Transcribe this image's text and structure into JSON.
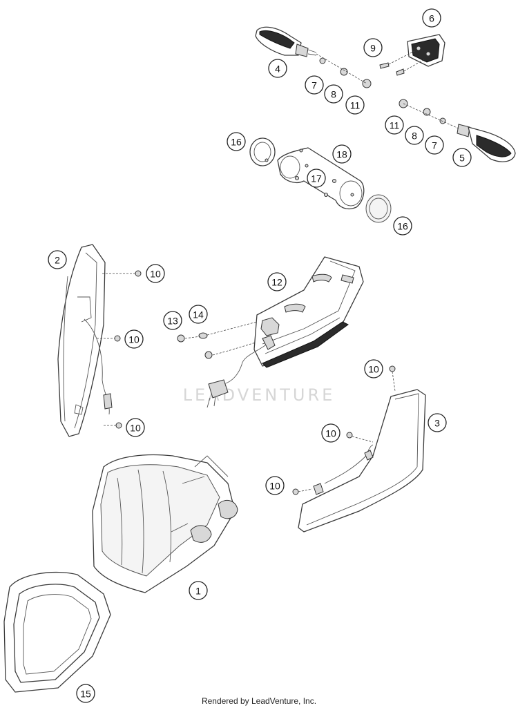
{
  "diagram": {
    "callouts": [
      {
        "id": "c6",
        "label": "6"
      },
      {
        "id": "c9",
        "label": "9"
      },
      {
        "id": "c4",
        "label": "4"
      },
      {
        "id": "c7a",
        "label": "7"
      },
      {
        "id": "c8a",
        "label": "8"
      },
      {
        "id": "c11a",
        "label": "11"
      },
      {
        "id": "c11b",
        "label": "11"
      },
      {
        "id": "c8b",
        "label": "8"
      },
      {
        "id": "c7b",
        "label": "7"
      },
      {
        "id": "c5",
        "label": "5"
      },
      {
        "id": "c16a",
        "label": "16"
      },
      {
        "id": "c18",
        "label": "18"
      },
      {
        "id": "c17",
        "label": "17"
      },
      {
        "id": "c16b",
        "label": "16"
      },
      {
        "id": "c2",
        "label": "2"
      },
      {
        "id": "c10a",
        "label": "10"
      },
      {
        "id": "c12",
        "label": "12"
      },
      {
        "id": "c13",
        "label": "13"
      },
      {
        "id": "c14",
        "label": "14"
      },
      {
        "id": "c10b",
        "label": "10"
      },
      {
        "id": "c10c",
        "label": "10"
      },
      {
        "id": "c10d",
        "label": "10"
      },
      {
        "id": "c3",
        "label": "3"
      },
      {
        "id": "c10e",
        "label": "10"
      },
      {
        "id": "c10f",
        "label": "10"
      },
      {
        "id": "c1",
        "label": "1"
      },
      {
        "id": "c15",
        "label": "15"
      }
    ],
    "watermark": "LEADVENTURE",
    "footer": "Rendered by LeadVenture, Inc."
  }
}
